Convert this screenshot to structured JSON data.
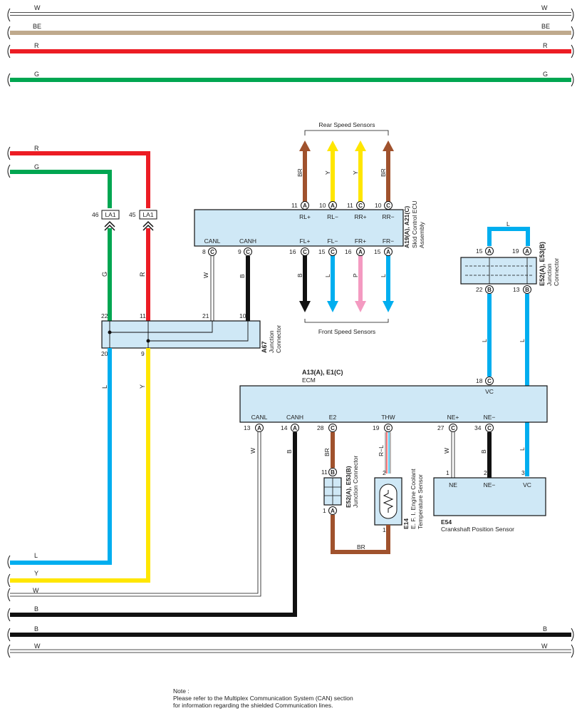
{
  "colors": {
    "W": "#ffffff",
    "BE": "#bfa98c",
    "R": "#ec1c24",
    "G": "#00a651",
    "L": "#00aeef",
    "Y": "#ffe600",
    "B": "#111111",
    "BR": "#a0522d",
    "P": "#f49ac1"
  },
  "top_wires": {
    "w": "W",
    "be": "BE",
    "r": "R",
    "g": "G"
  },
  "left": {
    "r": "R",
    "g": "G",
    "l": "L",
    "y": "Y",
    "w": "W",
    "b": "B"
  },
  "bottom_wires": {
    "b": "B",
    "w": "W"
  },
  "la1": {
    "label": "LA1",
    "pin_g": "46",
    "pin_r": "45"
  },
  "a67": {
    "code": "A67",
    "name_l1": "Junction",
    "name_l2": "Connector",
    "p22": "22",
    "p11": "11",
    "p21": "21",
    "p10": "10",
    "p20": "20",
    "p9": "9"
  },
  "skid": {
    "code": "A19(A), A21(C)",
    "name_l1": "Skid Control ECU",
    "name_l2": "Assembly",
    "rl_p": "RL+",
    "rl_m": "RL−",
    "rr_p": "RR+",
    "rr_m": "RR−",
    "canl": "CANL",
    "canh": "CANH",
    "fl_p": "FL+",
    "fl_m": "FL−",
    "fr_p": "FR+",
    "fr_m": "FR−",
    "top_pins": [
      "11",
      "A",
      "10",
      "A",
      "11",
      "C",
      "10",
      "C"
    ],
    "bot_pins": [
      "8",
      "C",
      "9",
      "C",
      "16",
      "C",
      "15",
      "C",
      "16",
      "A",
      "15",
      "A"
    ]
  },
  "rear_sensors": "Rear Speed Sensors",
  "front_sensors": "Front Speed Sensors",
  "rear_colors": [
    "BR",
    "Y",
    "Y",
    "BR"
  ],
  "front_colors": [
    "B",
    "L",
    "P",
    "L"
  ],
  "a67_colors": {
    "w": "W",
    "b": "B",
    "g": "G",
    "r": "R",
    "l": "L",
    "y": "Y"
  },
  "jc_right": {
    "code": "E52(A), E53(B)",
    "name_l1": "Junction",
    "name_l2": "Connector",
    "pins": [
      "15",
      "A",
      "19",
      "A",
      "22",
      "B",
      "13",
      "B"
    ],
    "top_wire": "L",
    "w1": "L",
    "w2": "L",
    "w3": "L"
  },
  "ecm": {
    "code": "A13(A), E1(C)",
    "name": "ECM",
    "vc": "VC",
    "vc_pin": [
      "18",
      "C"
    ],
    "canl": "CANL",
    "canh": "CANH",
    "e2": "E2",
    "thw": "THW",
    "ne_p": "NE+",
    "ne_m": "NE−",
    "pins": [
      "13",
      "A",
      "14",
      "A",
      "28",
      "C",
      "19",
      "C",
      "27",
      "C",
      "34",
      "C"
    ],
    "wire_w": "W",
    "wire_b": "B",
    "wire_br": "BR",
    "wire_rl": "R−L",
    "wire_w2": "W",
    "wire_b2": "B"
  },
  "jc_small": {
    "code": "E52(A), E53(B)",
    "name": "Junction Connector",
    "pins": [
      "11",
      "B",
      "1",
      "A"
    ],
    "bottom_wire": "BR"
  },
  "e14": {
    "code": "E14",
    "name_l1": "E. F. I. Engine Coolant",
    "name_l2": "Temperature Sensor",
    "p2": "2",
    "p1": "1"
  },
  "e54": {
    "code": "E54",
    "name": "Crankshaft Position Sensor",
    "ne": "NE",
    "ne_m": "NE−",
    "vc": "VC",
    "p1": "1",
    "p2": "2",
    "p3": "3"
  },
  "note": {
    "l1": "Note :",
    "l2": "Please refer to the Multiplex Communication System (CAN) section",
    "l3": "for information regarding the shielded Communication lines."
  }
}
